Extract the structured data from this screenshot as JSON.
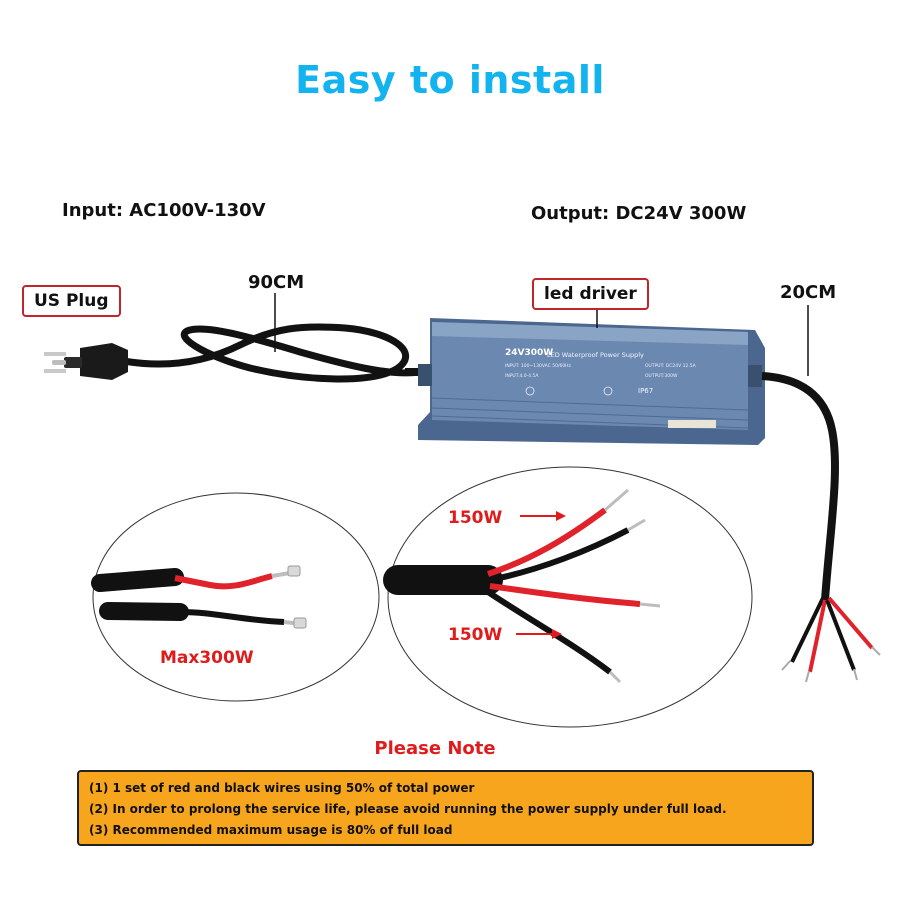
{
  "title": "Easy to install",
  "specs": {
    "input": "Input: AC100V-130V",
    "output": "Output: DC24V 300W"
  },
  "labels": {
    "us_plug": "US Plug",
    "led_driver": "led driver",
    "cord_length_in": "90CM",
    "cord_length_out": "20CM"
  },
  "driver_face": {
    "model": "24V300W",
    "name": "LED Waterproof Power Supply",
    "input": "INPUT: 100~130VAC 50/60Hz",
    "output": "OUTPUT: DC24V 12.5A",
    "input_current": "INPUT:4.0-4.5A",
    "output_power": "OUTPUT:300W",
    "ip_rating": "IP67"
  },
  "wiring": {
    "single_pair_power": "Max300W",
    "pair_1_power": "150W",
    "pair_2_power": "150W"
  },
  "note": {
    "heading": "Please Note",
    "lines": [
      "(1) 1 set of red and black wires using 50% of total power",
      "(2) In order to prolong the service life, please avoid running the power supply under full load.",
      "(3) Recommended maximum usage is 80% of full load"
    ]
  },
  "colors": {
    "title": "#13b3ef",
    "label_border": "#c0252b",
    "note_heading": "#e01b1b",
    "note_background": "#f7a51c",
    "driver_body": "#5f7da5",
    "wire_red": "#e0222a",
    "wire_black": "#111111"
  }
}
